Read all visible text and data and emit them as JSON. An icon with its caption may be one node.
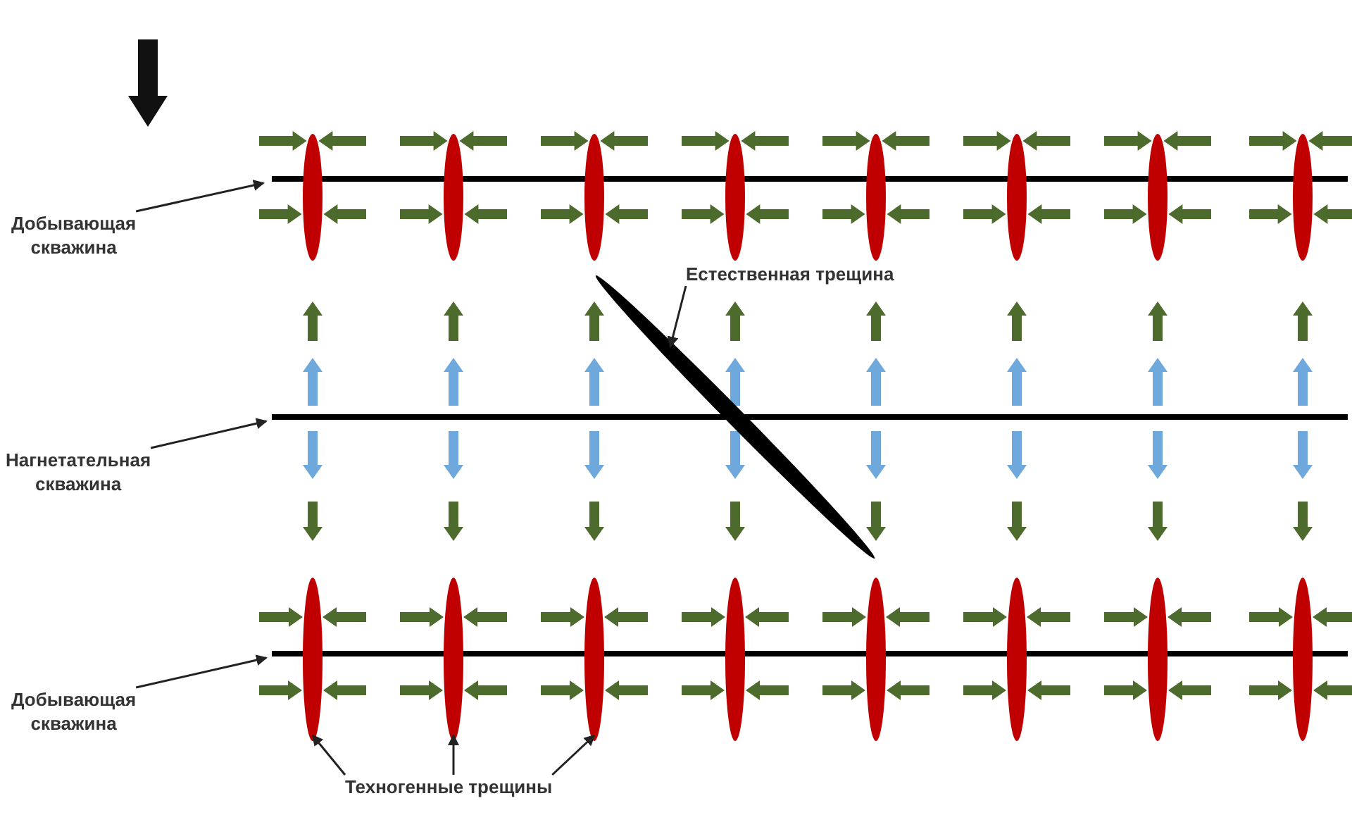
{
  "diagram": {
    "nodes": [
      {
        "text": [
          "Добывающая скважина"
        ]
      },
      {
        "text": [],
        "shape": "bar"
      },
      {
        "text": [
          "Нагнетательная скважина"
        ]
      },
      {
        "text": [],
        "shape": "bar"
      },
      {
        "text": [
          "Добывающая скважина"
        ]
      },
      {
        "text": [],
        "shape": "bar"
      },
      {
        "text": [
          "Естественная трещина"
        ]
      },
      {
        "text": [],
        "shape": "ellipse"
      },
      {
        "text": [
          "Техногенные трещины"
        ]
      },
      {
        "text": [],
        "shape": "ellipse"
      },
      {
        "text": [],
        "shape": "ellipse"
      },
      {
        "text": [],
        "shape": "ellipse"
      },
      {
        "text": [],
        "shape": "ellipse"
      },
      {
        "text": [],
        "shape": "ellipse"
      },
      {
        "text": [],
        "shape": "ellipse"
      },
      {
        "text": [],
        "shape": "ellipse"
      },
      {
        "text": [],
        "shape": "ellipse"
      },
      {
        "text": [],
        "shape": "ellipse"
      },
      {
        "text": [],
        "shape": "ellipse"
      },
      {
        "text": [],
        "shape": "ellipse"
      },
      {
        "text": [],
        "shape": "ellipse"
      },
      {
        "text": [],
        "shape": "ellipse"
      },
      {
        "text": [],
        "shape": "ellipse"
      },
      {
        "text": [],
        "shape": "ellipse"
      },
      {
        "text": [],
        "shape": "ellipse"
      }
    ],
    "edges": [
      {
        "from": 0,
        "to": 1,
        "arrow": "to",
        "color": "#222222"
      },
      {
        "from": 2,
        "to": 3,
        "arrow": "to",
        "color": "#222222"
      },
      {
        "from": 4,
        "to": 5,
        "arrow": "to",
        "color": "#222222"
      },
      {
        "from": 6,
        "to": 7,
        "arrow": "to",
        "color": "#222222"
      },
      {
        "from": 8,
        "to": 9,
        "arrow": "to",
        "color": "#222222"
      },
      {
        "from": 8,
        "to": 10,
        "arrow": "to",
        "color": "#222222"
      },
      {
        "from": 8,
        "to": 11,
        "arrow": "to",
        "color": "#222222"
      },
      {
        "from": null,
        "to": 17,
        "arrow": "to",
        "style": "thick"
      },
      {
        "from": null,
        "to": 17,
        "arrow": "to",
        "style": "thick"
      },
      {
        "from": null,
        "to": 17,
        "arrow": "to",
        "style": "thick"
      },
      {
        "from": null,
        "to": 17,
        "arrow": "to",
        "style": "thick"
      },
      {
        "from": null,
        "to": 18,
        "arrow": "to",
        "style": "thick"
      },
      {
        "from": null,
        "to": 18,
        "arrow": "to",
        "style": "thick"
      },
      {
        "from": null,
        "to": 18,
        "arrow": "to",
        "style": "thick"
      },
      {
        "from": null,
        "to": 18,
        "arrow": "to",
        "style": "thick"
      },
      {
        "from": null,
        "to": 19,
        "arrow": "to",
        "style": "thick"
      },
      {
        "from": null,
        "to": 19,
        "arrow": "to",
        "style": "thick"
      },
      {
        "from": null,
        "to": 19,
        "arrow": "to",
        "style": "thick"
      },
      {
        "from": null,
        "to": 19,
        "arrow": "to",
        "style": "thick"
      },
      {
        "from": null,
        "to": 20,
        "arrow": "to",
        "style": "thick"
      },
      {
        "from": null,
        "to": 20,
        "arrow": "to",
        "style": "thick"
      },
      {
        "from": null,
        "to": 20,
        "arrow": "to",
        "style": "thick"
      },
      {
        "from": null,
        "to": 20,
        "arrow": "to",
        "style": "thick"
      },
      {
        "from": null,
        "to": 21,
        "arrow": "to",
        "style": "thick"
      },
      {
        "from": null,
        "to": 21,
        "arrow": "to",
        "style": "thick"
      },
      {
        "from": null,
        "to": 21,
        "arrow": "to",
        "style": "thick"
      },
      {
        "from": null,
        "to": 21,
        "arrow": "to",
        "style": "thick"
      },
      {
        "from": null,
        "to": 22,
        "arrow": "to",
        "style": "thick"
      },
      {
        "from": null,
        "to": 22,
        "arrow": "to",
        "style": "thick"
      },
      {
        "from": null,
        "to": 22,
        "arrow": "to",
        "style": "thick"
      },
      {
        "from": null,
        "to": 22,
        "arrow": "to",
        "style": "thick"
      },
      {
        "from": null,
        "to": 23,
        "arrow": "to",
        "style": "thick"
      },
      {
        "from": null,
        "to": 23,
        "arrow": "to",
        "style": "thick"
      },
      {
        "from": null,
        "to": 23,
        "arrow": "to",
        "style": "thick"
      },
      {
        "from": null,
        "to": 23,
        "arrow": "to",
        "style": "thick"
      },
      {
        "from": null,
        "to": 24,
        "arrow": "to",
        "style": "thick"
      },
      {
        "from": null,
        "to": 24,
        "arrow": "to",
        "style": "thick"
      },
      {
        "from": null,
        "to": 24,
        "arrow": "to",
        "style": "thick"
      },
      {
        "from": null,
        "to": 24,
        "arrow": "to",
        "style": "thick"
      },
      {
        "from": null,
        "to": 9,
        "arrow": "to",
        "style": "thick"
      },
      {
        "from": null,
        "to": 9,
        "arrow": "to",
        "style": "thick"
      },
      {
        "from": null,
        "to": 9,
        "arrow": "to",
        "style": "thick"
      },
      {
        "from": null,
        "to": 9,
        "arrow": "to",
        "style": "thick"
      },
      {
        "from": null,
        "to": 10,
        "arrow": "to",
        "style": "thick"
      },
      {
        "from": null,
        "to": 10,
        "arrow": "to",
        "style": "thick"
      },
      {
        "from": null,
        "to": 10,
        "arrow": "to",
        "style": "thick"
      },
      {
        "from": null,
        "to": 10,
        "arrow": "to",
        "style": "thick"
      },
      {
        "from": null,
        "to": 11,
        "arrow": "to",
        "style": "thick"
      },
      {
        "from": null,
        "to": 11,
        "arrow": "to",
        "style": "thick"
      },
      {
        "from": null,
        "to": 11,
        "arrow": "to",
        "style": "thick"
      },
      {
        "from": null,
        "to": 11,
        "arrow": "to",
        "style": "thick"
      },
      {
        "from": null,
        "to": 12,
        "arrow": "to",
        "style": "thick"
      },
      {
        "from": null,
        "to": 12,
        "arrow": "to",
        "style": "thick"
      },
      {
        "from": null,
        "to": 12,
        "arrow": "to",
        "style": "thick"
      },
      {
        "from": null,
        "to": 12,
        "arrow": "to",
        "style": "thick"
      },
      {
        "from": null,
        "to": 13,
        "arrow": "to",
        "style": "thick"
      },
      {
        "from": null,
        "to": 13,
        "arrow": "to",
        "style": "thick"
      },
      {
        "from": null,
        "to": 13,
        "arrow": "to",
        "style": "thick"
      },
      {
        "from": null,
        "to": 13,
        "arrow": "to",
        "style": "thick"
      },
      {
        "from": null,
        "to": 14,
        "arrow": "to",
        "style": "thick"
      },
      {
        "from": null,
        "to": 14,
        "arrow": "to",
        "style": "thick"
      },
      {
        "from": null,
        "to": 14,
        "arrow": "to",
        "style": "thick"
      },
      {
        "from": null,
        "to": 14,
        "arrow": "to",
        "style": "thick"
      },
      {
        "from": null,
        "to": 15,
        "arrow": "to",
        "style": "thick"
      },
      {
        "from": null,
        "to": 15,
        "arrow": "to",
        "style": "thick"
      },
      {
        "from": null,
        "to": 15,
        "arrow": "to",
        "style": "thick"
      },
      {
        "from": null,
        "to": 15,
        "arrow": "to",
        "style": "thick"
      },
      {
        "from": null,
        "to": 16,
        "arrow": "to",
        "style": "thick"
      },
      {
        "from": null,
        "to": 16,
        "arrow": "to",
        "style": "thick"
      },
      {
        "from": null,
        "to": 16,
        "arrow": "to",
        "style": "thick"
      },
      {
        "from": null,
        "to": 16,
        "arrow": "to",
        "style": "thick"
      }
    ]
  }
}
